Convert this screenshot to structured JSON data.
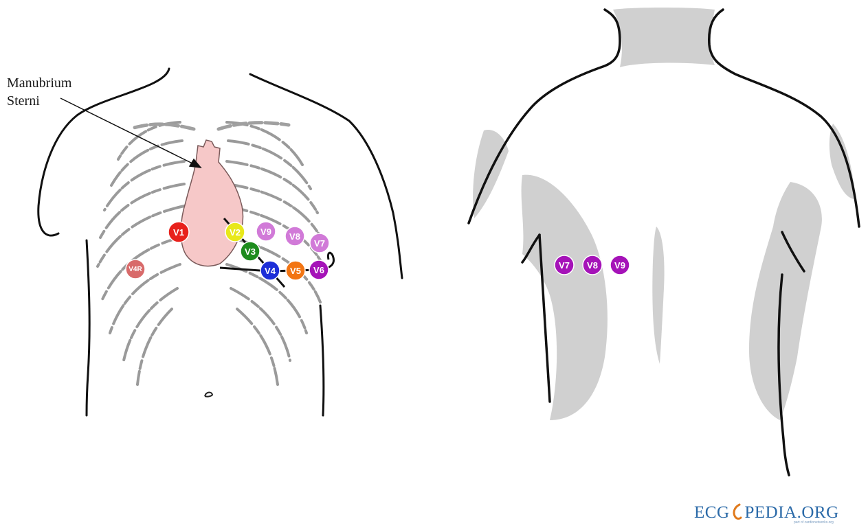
{
  "callout": {
    "line1": "Manubrium",
    "line2": "Sterni"
  },
  "front_electrodes": [
    {
      "id": "v1",
      "label": "V1",
      "color": "#e8211c"
    },
    {
      "id": "v2",
      "label": "V2",
      "color": "#e8e81a"
    },
    {
      "id": "v3",
      "label": "V3",
      "color": "#1e8c1e"
    },
    {
      "id": "v4",
      "label": "V4",
      "color": "#1d2fd8"
    },
    {
      "id": "v5",
      "label": "V5",
      "color": "#f27513"
    },
    {
      "id": "v6",
      "label": "V6",
      "color": "#a513b8"
    },
    {
      "id": "v7",
      "label": "V7",
      "color": "#d17ad8"
    },
    {
      "id": "v8",
      "label": "V8",
      "color": "#d17ad8"
    },
    {
      "id": "v9",
      "label": "V9",
      "color": "#d17ad8"
    },
    {
      "id": "v4r",
      "label": "V4R",
      "color": "#d86a6a"
    }
  ],
  "back_electrodes": [
    {
      "id": "v7",
      "label": "V7",
      "color": "#a513b8"
    },
    {
      "id": "v8",
      "label": "V8",
      "color": "#a513b8"
    },
    {
      "id": "v9",
      "label": "V9",
      "color": "#a513b8"
    }
  ],
  "logo": {
    "left": "ECG",
    "right": "PEDIA.ORG",
    "sub": "part of cardionetworks.org",
    "color": "#2b6aa8",
    "accent": "#e07a1c"
  }
}
